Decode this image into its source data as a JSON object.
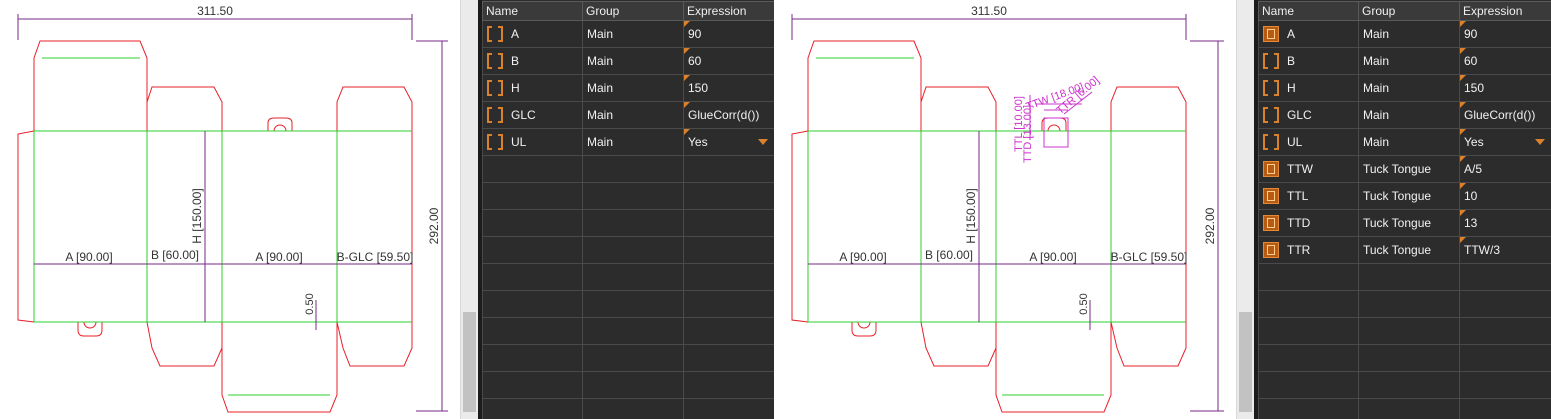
{
  "left_view": {
    "width_dim": "311.50",
    "height_dim": "292.00",
    "dims": {
      "a1": "A [90.00]",
      "b": "B [60.00]",
      "a2": "A [90.00]",
      "glc": "B-GLC [59.50]",
      "h": "H [150.00]",
      "small": "0.50"
    }
  },
  "right_view": {
    "width_dim": "311.50",
    "height_dim": "292.00",
    "dims": {
      "a1": "A [90.00]",
      "b": "B [60.00]",
      "a2": "A [90.00]",
      "glc": "B-GLC [59.50]",
      "h": "H [150.00]",
      "small": "0.50",
      "ttd": "TTD [13.00]",
      "ttw": "TTW [18.00]",
      "ttl": "TTL [10.00]",
      "ttr": "TTR [6.00]"
    }
  },
  "grid_left": {
    "headers": [
      "Name",
      "Group",
      "Expression"
    ],
    "rows": [
      {
        "name": "A",
        "group": "Main",
        "expr": "90",
        "icon": "empty"
      },
      {
        "name": "B",
        "group": "Main",
        "expr": "60",
        "icon": "empty"
      },
      {
        "name": "H",
        "group": "Main",
        "expr": "150",
        "icon": "empty"
      },
      {
        "name": "GLC",
        "group": "Main",
        "expr": "GlueCorr(d())",
        "icon": "empty"
      },
      {
        "name": "UL",
        "group": "Main",
        "expr": "Yes",
        "icon": "empty",
        "dropdown": true
      }
    ]
  },
  "grid_right": {
    "headers": [
      "Name",
      "Group",
      "Expression"
    ],
    "rows": [
      {
        "name": "A",
        "group": "Main",
        "expr": "90",
        "icon": "filled-outline"
      },
      {
        "name": "B",
        "group": "Main",
        "expr": "60",
        "icon": "empty"
      },
      {
        "name": "H",
        "group": "Main",
        "expr": "150",
        "icon": "empty"
      },
      {
        "name": "GLC",
        "group": "Main",
        "expr": "GlueCorr(d())",
        "icon": "empty"
      },
      {
        "name": "UL",
        "group": "Main",
        "expr": "Yes",
        "icon": "empty",
        "dropdown": true
      },
      {
        "name": "TTW",
        "group": "Tuck Tongue",
        "expr": "A/5",
        "icon": "filled"
      },
      {
        "name": "TTL",
        "group": "Tuck Tongue",
        "expr": "10",
        "icon": "filled"
      },
      {
        "name": "TTD",
        "group": "Tuck Tongue",
        "expr": "13",
        "icon": "filled"
      },
      {
        "name": "TTR",
        "group": "Tuck Tongue",
        "expr": "TTW/3",
        "icon": "filled"
      }
    ]
  },
  "colors": {
    "cut": "#e8202a",
    "crease": "#2ccf2c",
    "dimension": "#7a2a8a",
    "tongue_dim": "#cc33cc",
    "accent": "#d9822b",
    "grid_bg": "#2c2c2c"
  }
}
